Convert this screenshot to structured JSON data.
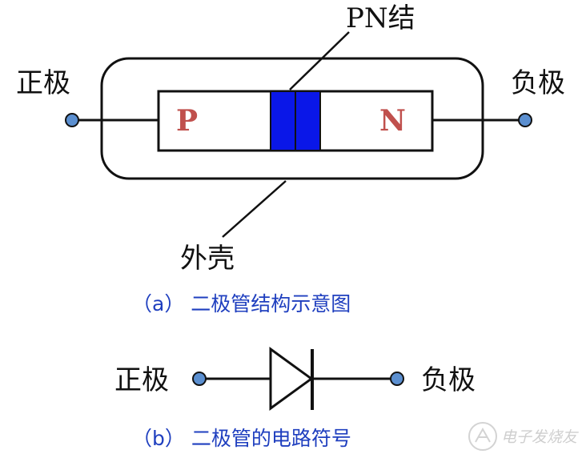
{
  "diagram_a": {
    "pn_junction_label": "PN结",
    "anode_label": "正极",
    "cathode_label": "负极",
    "p_region_label": "P",
    "n_region_label": "N",
    "shell_label": "外壳",
    "caption": "（a）  二极管结构示意图"
  },
  "diagram_b": {
    "anode_label": "正极",
    "cathode_label": "负极",
    "caption": "（b）  二极管的电路符号"
  },
  "watermark": {
    "text": "电子发烧友"
  },
  "colors": {
    "junction_fill": "#0a17e8",
    "terminal_fill": "#5b8fd0",
    "region_text": "#c0504d",
    "caption_text": "#1f3fbf",
    "stroke": "#111111"
  }
}
